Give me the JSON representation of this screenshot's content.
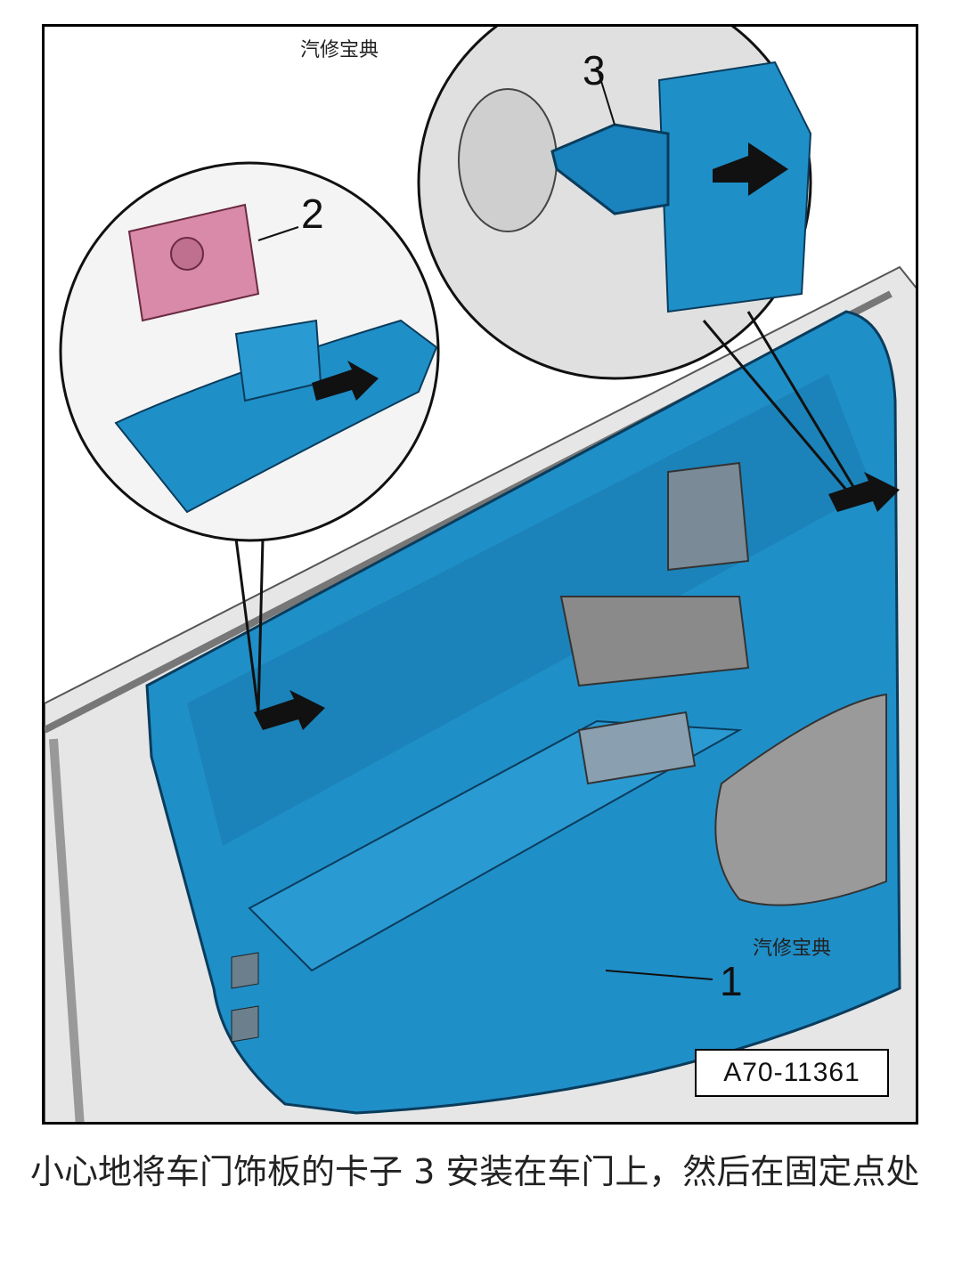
{
  "figure": {
    "watermark_top": "汽修宝典",
    "watermark_bottom": "汽修宝典",
    "callouts": [
      "1",
      "2",
      "3"
    ],
    "figure_ref": "A70-11361",
    "colors": {
      "panel": "#1f8fc8",
      "panel_dark": "#0d5f8f",
      "clip_pink": "#d98aa8",
      "frame_gray": "#d4d4d4"
    }
  },
  "caption": "小心地将车门饰板的卡子 3 安装在车门上，然后在固定点处"
}
